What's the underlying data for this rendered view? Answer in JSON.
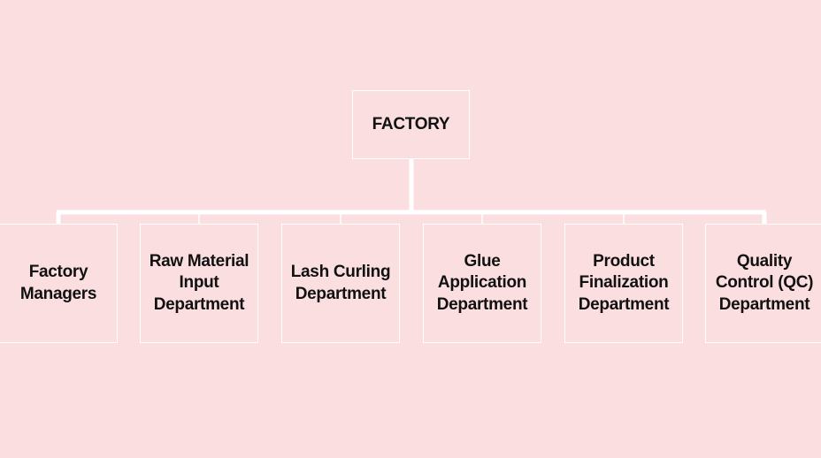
{
  "colors": {
    "background": "#fbdfe0",
    "lines": "#ffffff",
    "text": "#111111"
  },
  "root": {
    "label": "FACTORY"
  },
  "departments": [
    {
      "label": "Factory Managers"
    },
    {
      "label": "Raw Material Input Department"
    },
    {
      "label": "Lash Curling Department"
    },
    {
      "label": "Glue Application Department"
    },
    {
      "label": "Product Finalization Department"
    },
    {
      "label": "Quality Control (QC) Department"
    }
  ]
}
